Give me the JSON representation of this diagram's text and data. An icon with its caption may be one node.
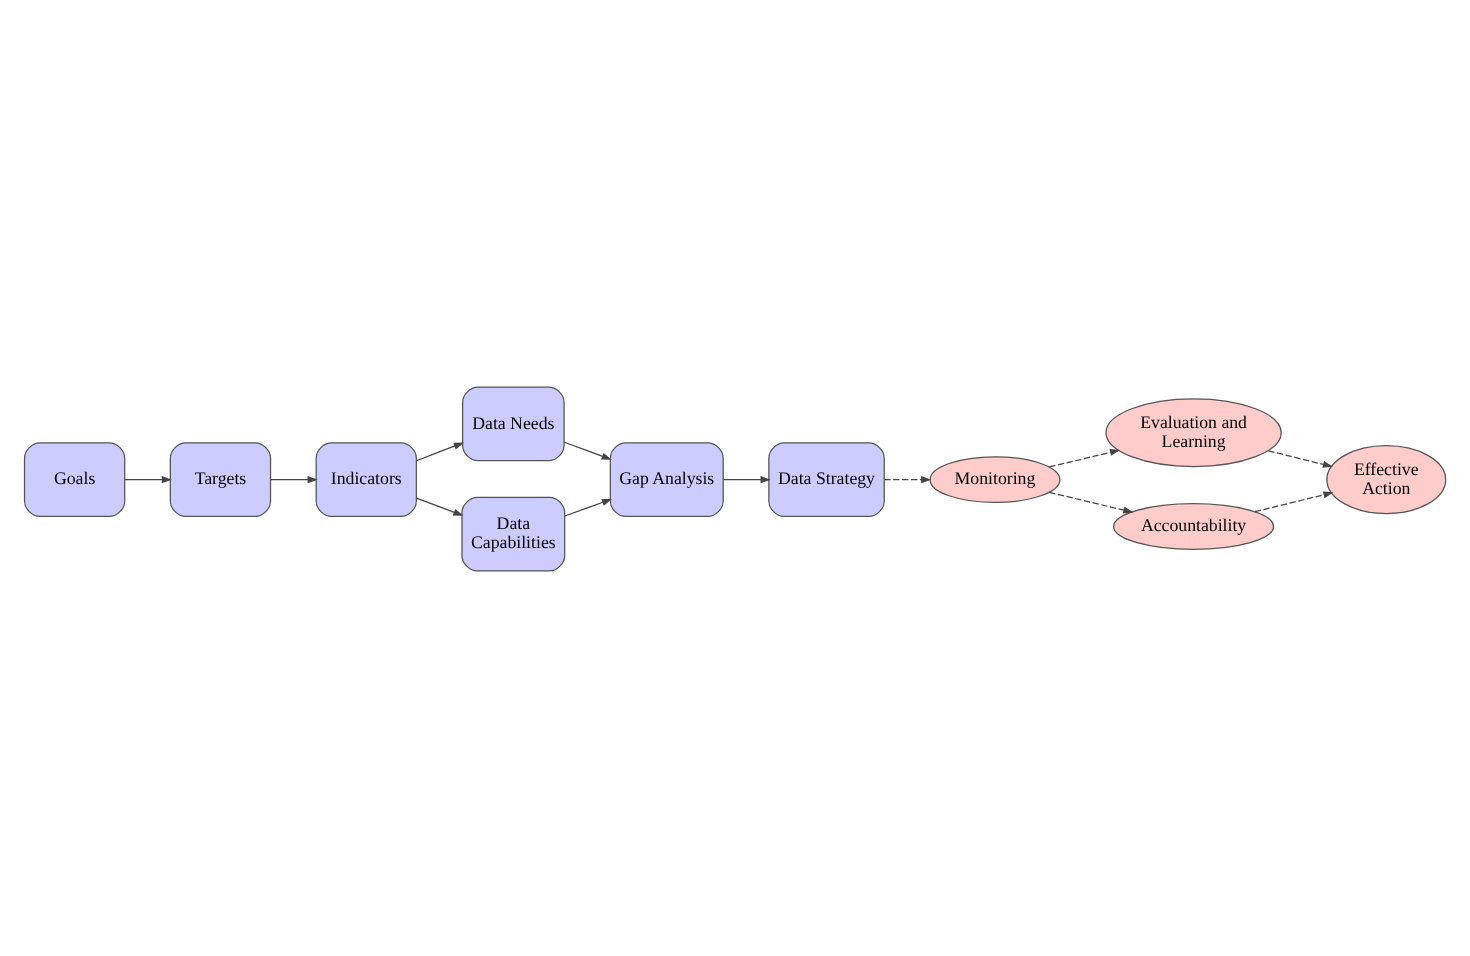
{
  "diagram": {
    "nodes": [
      {
        "text": [
          "Goals"
        ]
      },
      {
        "text": [
          "Targets"
        ]
      },
      {
        "text": [
          "Indicators"
        ]
      },
      {
        "text": [
          "Data Needs"
        ]
      },
      {
        "text": [
          "Data Capabilities"
        ]
      },
      {
        "text": [
          "Gap Analysis"
        ]
      },
      {
        "text": [
          "Data Strategy"
        ]
      },
      {
        "text": [
          "Evaluation and Learning"
        ]
      },
      {
        "text": [
          "Effective Action"
        ]
      },
      {
        "text": [
          "Monitoring"
        ]
      },
      {
        "text": [
          "Accountability"
        ]
      }
    ],
    "edges": [
      {
        "from": 0,
        "to": 1,
        "arrow": "to"
      },
      {
        "from": 1,
        "to": 2,
        "arrow": "to"
      },
      {
        "from": 2,
        "to": 3,
        "arrow": "to"
      },
      {
        "from": 2,
        "to": 4,
        "arrow": "to"
      },
      {
        "from": 3,
        "to": 5,
        "arrow": "to"
      },
      {
        "from": 4,
        "to": 5,
        "arrow": "to"
      },
      {
        "from": 5,
        "to": 6,
        "arrow": "to"
      },
      {
        "from": 6,
        "to": 9,
        "arrow": "to",
        "style": "dashed"
      },
      {
        "from": 9,
        "to": 7,
        "arrow": "to",
        "style": "dashed"
      },
      {
        "from": 7,
        "to": 8,
        "arrow": "to",
        "style": "dashed"
      },
      {
        "from": 9,
        "to": 10,
        "arrow": "to",
        "style": "dashed"
      },
      {
        "from": 10,
        "to": 8,
        "arrow": "to",
        "style": "dashed"
      }
    ]
  }
}
